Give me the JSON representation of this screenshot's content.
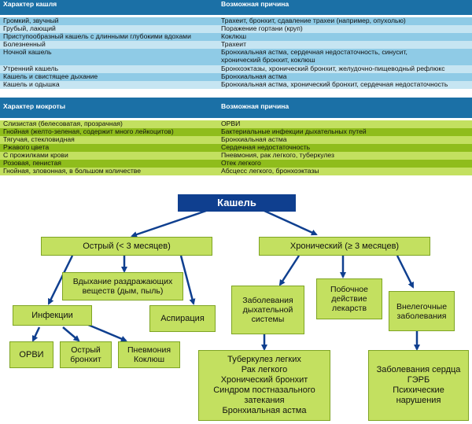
{
  "table_cough": {
    "header": [
      "Характер кашля",
      "Возможная причина"
    ],
    "rows": [
      [
        "Громкий, звучный",
        "Трахеит, бронхит, сдавление трахеи (например, опухолью)"
      ],
      [
        "Грубый, лающий",
        "Поражение гортани (круп)"
      ],
      [
        "Приступообразный кашель с длинными глубокими вдохами",
        "Коклюш"
      ],
      [
        "Болезненный",
        "Трахеит"
      ],
      [
        "Ночной кашель",
        "Бронхиальная астма, сердечная недостаточность, синусит,\nхронический бронхит, коклюш"
      ],
      [
        "Утренний кашель",
        "Бронхоэктазы, хронический бронхит, желудочно-пищеводный рефлюкс"
      ],
      [
        "Кашель и свистящее дыхание",
        "Бронхиальная астма"
      ],
      [
        "Кашель и одышка",
        "Бронхиальная астма, хронический бронхит, сердечная недостаточность"
      ]
    ]
  },
  "table_sputum": {
    "header": [
      "Характер мокроты",
      "Возможная причина"
    ],
    "rows": [
      [
        "Слизистая (белесоватая, прозрачная)",
        "ОРВИ"
      ],
      [
        "Гнойная (желто-зеленая, содержит много лейкоцитов)",
        "Бактериальные инфекции дыхательных путей"
      ],
      [
        "Тягучая, стекловидная",
        "Бронхиальная астма"
      ],
      [
        "Ржавого цвета",
        "Сердечная недостаточность"
      ],
      [
        "С прожилками крови",
        "Пневмония, рак легкого, туберкулез"
      ],
      [
        "Розовая, пенистая",
        "Отек легкого"
      ],
      [
        "Гнойная, зловонная, в большом количестве",
        "Абсцесс легкого, бронхоэктазы"
      ]
    ]
  },
  "diagram": {
    "title": "Кашель",
    "acute": "Острый (< 3 месяцев)",
    "chronic": "Хронический (≥ 3 месяцев)",
    "irritants": "Вдыхание раздражающих веществ (дым, пыль)",
    "infections": "Инфекции",
    "aspiration": "Аспирация",
    "orvi": "ОРВИ",
    "acute_bronchitis": "Острый бронхит",
    "pneumonia": "Пневмония Коклюш",
    "resp_diseases": "Заболевания дыхательной системы",
    "side_effect": "Побочное действие лекарств",
    "extrapulm": "Внелегочные заболевания",
    "resp_list": "Туберкулез легких\nРак легкого\nХронический бронхит\nСиндром постназального затекания\nБронхиальная астма",
    "extra_list": "Заболевания сердца\nГЭРБ\nПсихические нарушения"
  }
}
